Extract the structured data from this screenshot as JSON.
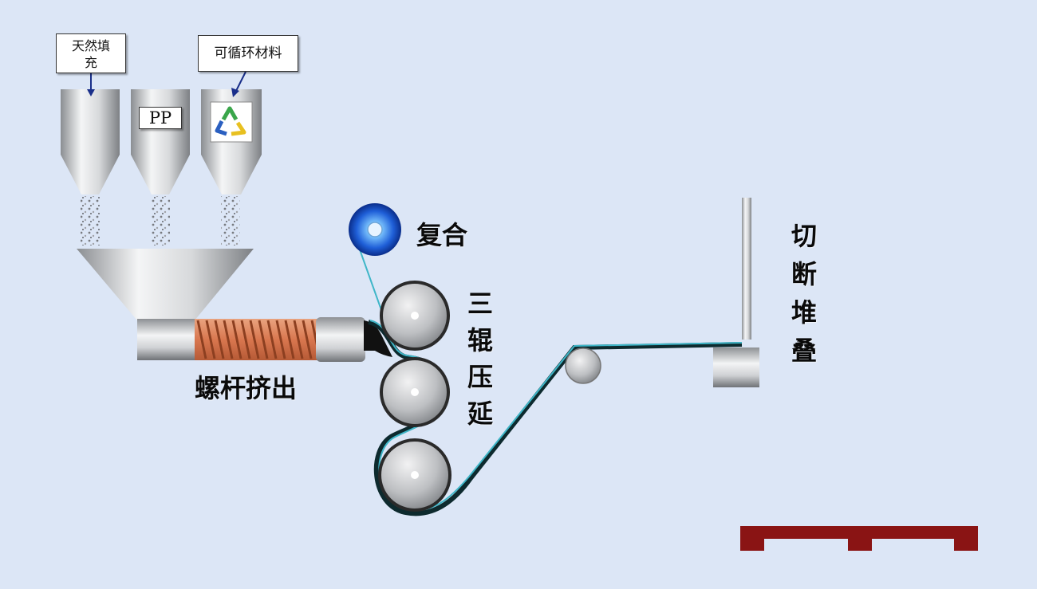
{
  "labels": {
    "natural_filler": "天然填充",
    "pp": "PP",
    "recycled_material": "可循环材料",
    "composite": "复合",
    "screw_extrusion": "螺杆挤出",
    "three_roll_calendering": "三辊压延",
    "cut_stack": "切断堆叠"
  },
  "colors": {
    "background": "#dce6f6",
    "film_line": "#0d2a2e",
    "film_accent": "#3fb6c8",
    "screw_copper": "#d9774f",
    "pallet": "#8a1414",
    "disc_blue": "#1f5fd8"
  },
  "icons": {
    "recycle": "recycle-icon",
    "composite_roll": "film-roll-icon"
  }
}
